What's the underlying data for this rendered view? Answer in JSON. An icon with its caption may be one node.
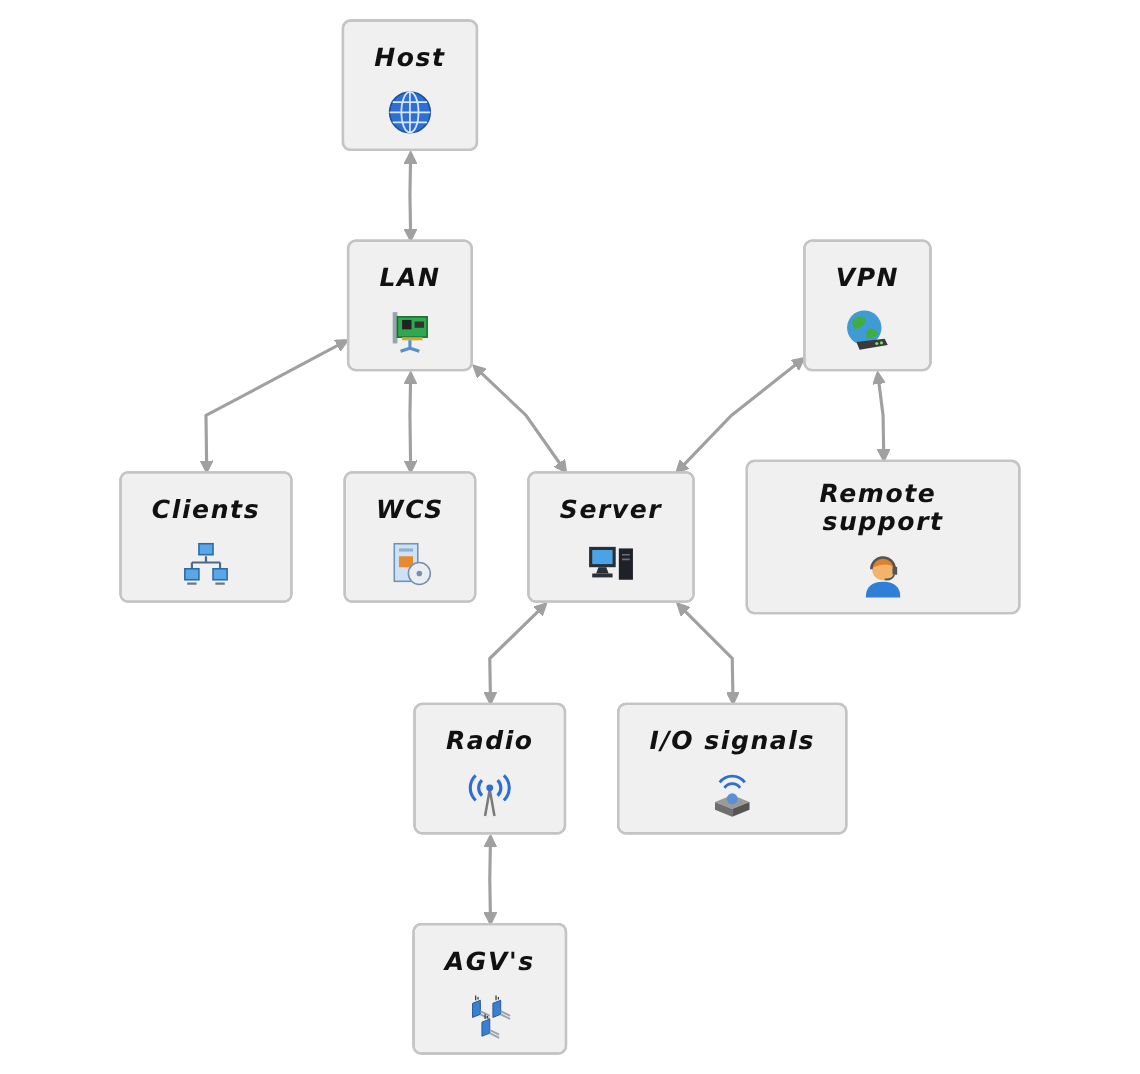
{
  "diagram": {
    "nodes": [
      {
        "text": [
          "Host"
        ]
      },
      {
        "text": [
          "Clients"
        ]
      },
      {
        "text": [
          "LAN"
        ]
      },
      {
        "text": [
          "WCS"
        ]
      },
      {
        "text": [
          "VPN"
        ]
      },
      {
        "text": [
          "Server"
        ]
      },
      {
        "text": [
          "Radio"
        ]
      },
      {
        "text": [
          "Remote support"
        ]
      },
      {
        "text": [
          "I/O signals"
        ]
      },
      {
        "text": [
          "AGV's"
        ]
      }
    ],
    "edges": [
      {
        "from": 0,
        "to": 2,
        "arrow": "both"
      },
      {
        "from": 2,
        "to": 1,
        "arrow": "both"
      },
      {
        "from": 2,
        "to": 3,
        "arrow": "both"
      },
      {
        "from": 2,
        "to": 5,
        "arrow": "both"
      },
      {
        "from": 4,
        "to": 5,
        "arrow": "both"
      },
      {
        "from": 5,
        "to": 6,
        "arrow": "both"
      },
      {
        "from": 4,
        "to": 7,
        "arrow": "both"
      },
      {
        "from": 5,
        "to": 8,
        "arrow": "both"
      },
      {
        "from": 6,
        "to": 9,
        "arrow": "both"
      }
    ]
  }
}
